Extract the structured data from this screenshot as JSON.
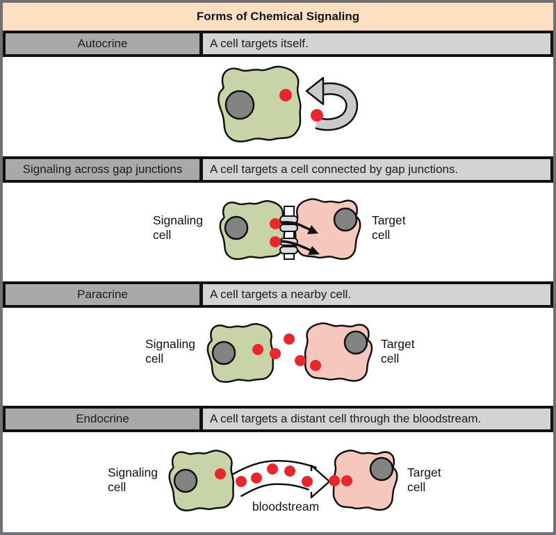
{
  "title": "Forms of Chemical Signaling",
  "rows": [
    {
      "label": "Autocrine",
      "description": "A cell targets itself."
    },
    {
      "label": "Signaling across gap junctions",
      "description": "A cell targets a cell connected by gap junctions."
    },
    {
      "label": "Paracrine",
      "description": "A cell targets a nearby cell."
    },
    {
      "label": "Endocrine",
      "description": "A cell targets a distant cell through the bloodstream."
    }
  ],
  "diagram_labels": {
    "signaling_cell": "Signaling cell",
    "target_cell": "Target cell",
    "bloodstream": "bloodstream"
  },
  "colors": {
    "frame_gray": "#717175",
    "title_bg": "#FDE0C2",
    "row_label_bg": "#A9A9AB",
    "row_desc_bg": "#D2D3D5",
    "green_cell": "#C8D4A7",
    "pink_cell": "#F6C7BC",
    "nucleus_gray": "#838383",
    "molecule_red": "#E8262C",
    "arrow_gray": "#CACACC",
    "junction_gray": "#DADADA",
    "diagram_bg": "#FFFFFF"
  }
}
